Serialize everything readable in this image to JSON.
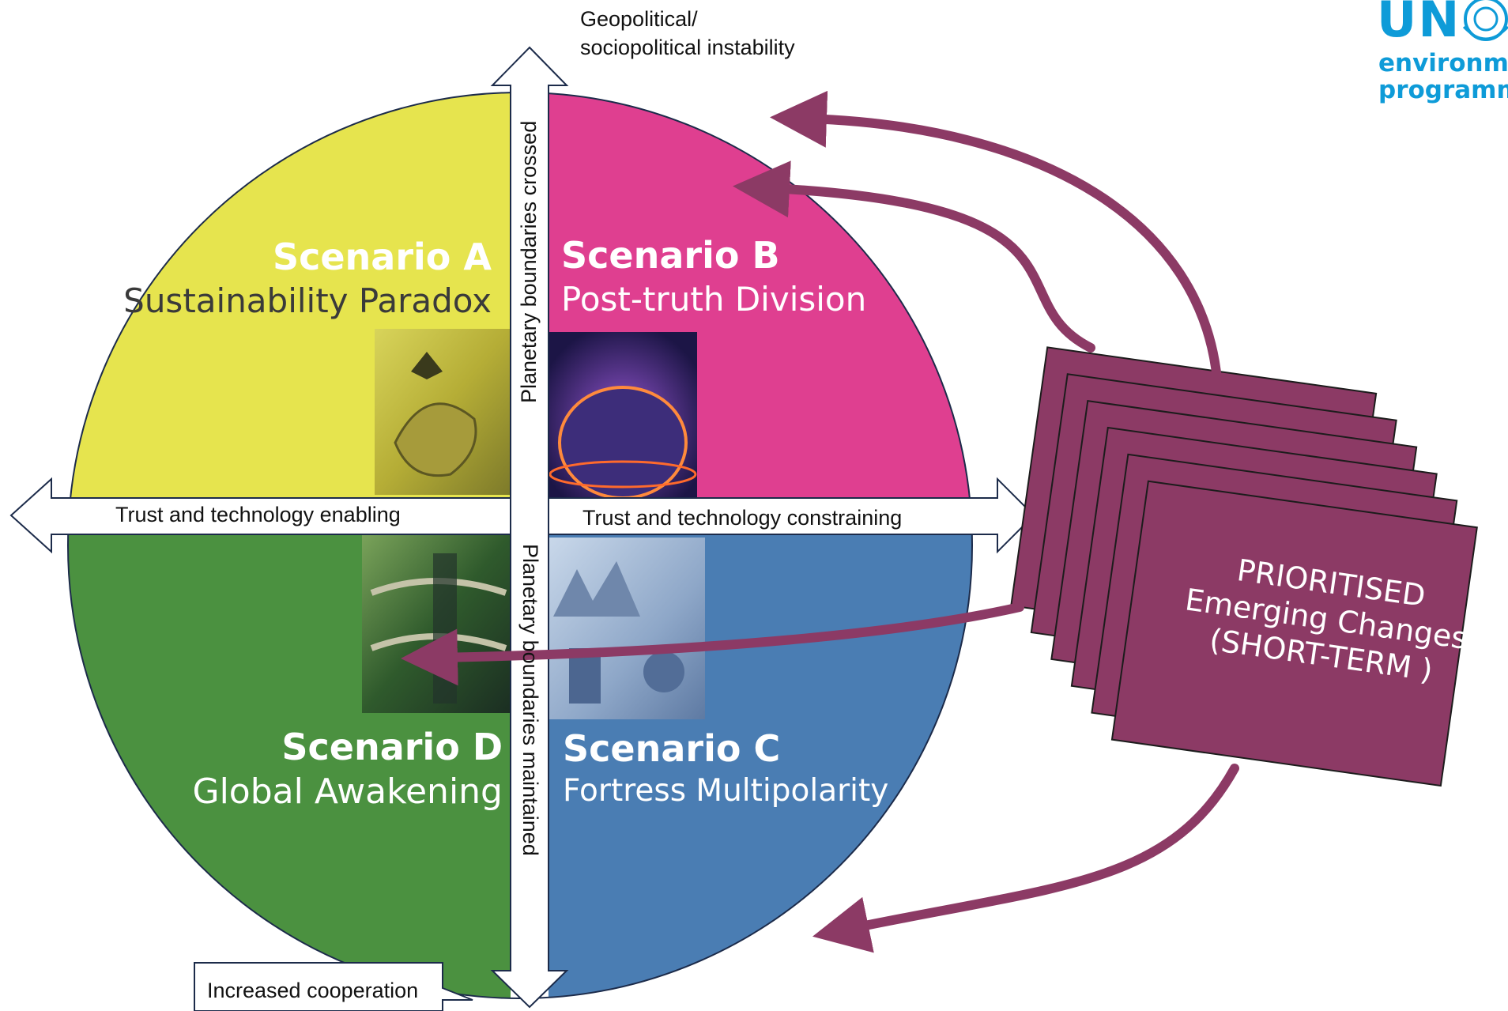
{
  "logo": {
    "line1": "UN",
    "line2": "environment",
    "line3": "programme",
    "icon": "un-emblem-icon",
    "color": "#0e9bd8"
  },
  "axes": {
    "top": "Geopolitical/\nsociopolitical instability",
    "bottom": "Increased cooperation",
    "left": "Trust and technology enabling",
    "right": "Trust and technology constraining",
    "vertical_upper": "Planetary boundaries crossed",
    "vertical_lower": "Planetary boundaries maintained"
  },
  "scenarios": {
    "a": {
      "title": "Scenario A",
      "subtitle": "Sustainability Paradox",
      "color": "#e6e44e"
    },
    "b": {
      "title": "Scenario B",
      "subtitle": "Post-truth Division",
      "color": "#df3f90"
    },
    "c": {
      "title": "Scenario C",
      "subtitle": "Fortress Multipolarity",
      "color": "#4a7db3"
    },
    "d": {
      "title": "Scenario D",
      "subtitle": "Global Awakening",
      "color": "#4b9140"
    }
  },
  "cards": {
    "line1": "PRIORITISED",
    "line2": "Emerging Changes",
    "line3": "(SHORT-TERM )",
    "color": "#8c3a65"
  }
}
